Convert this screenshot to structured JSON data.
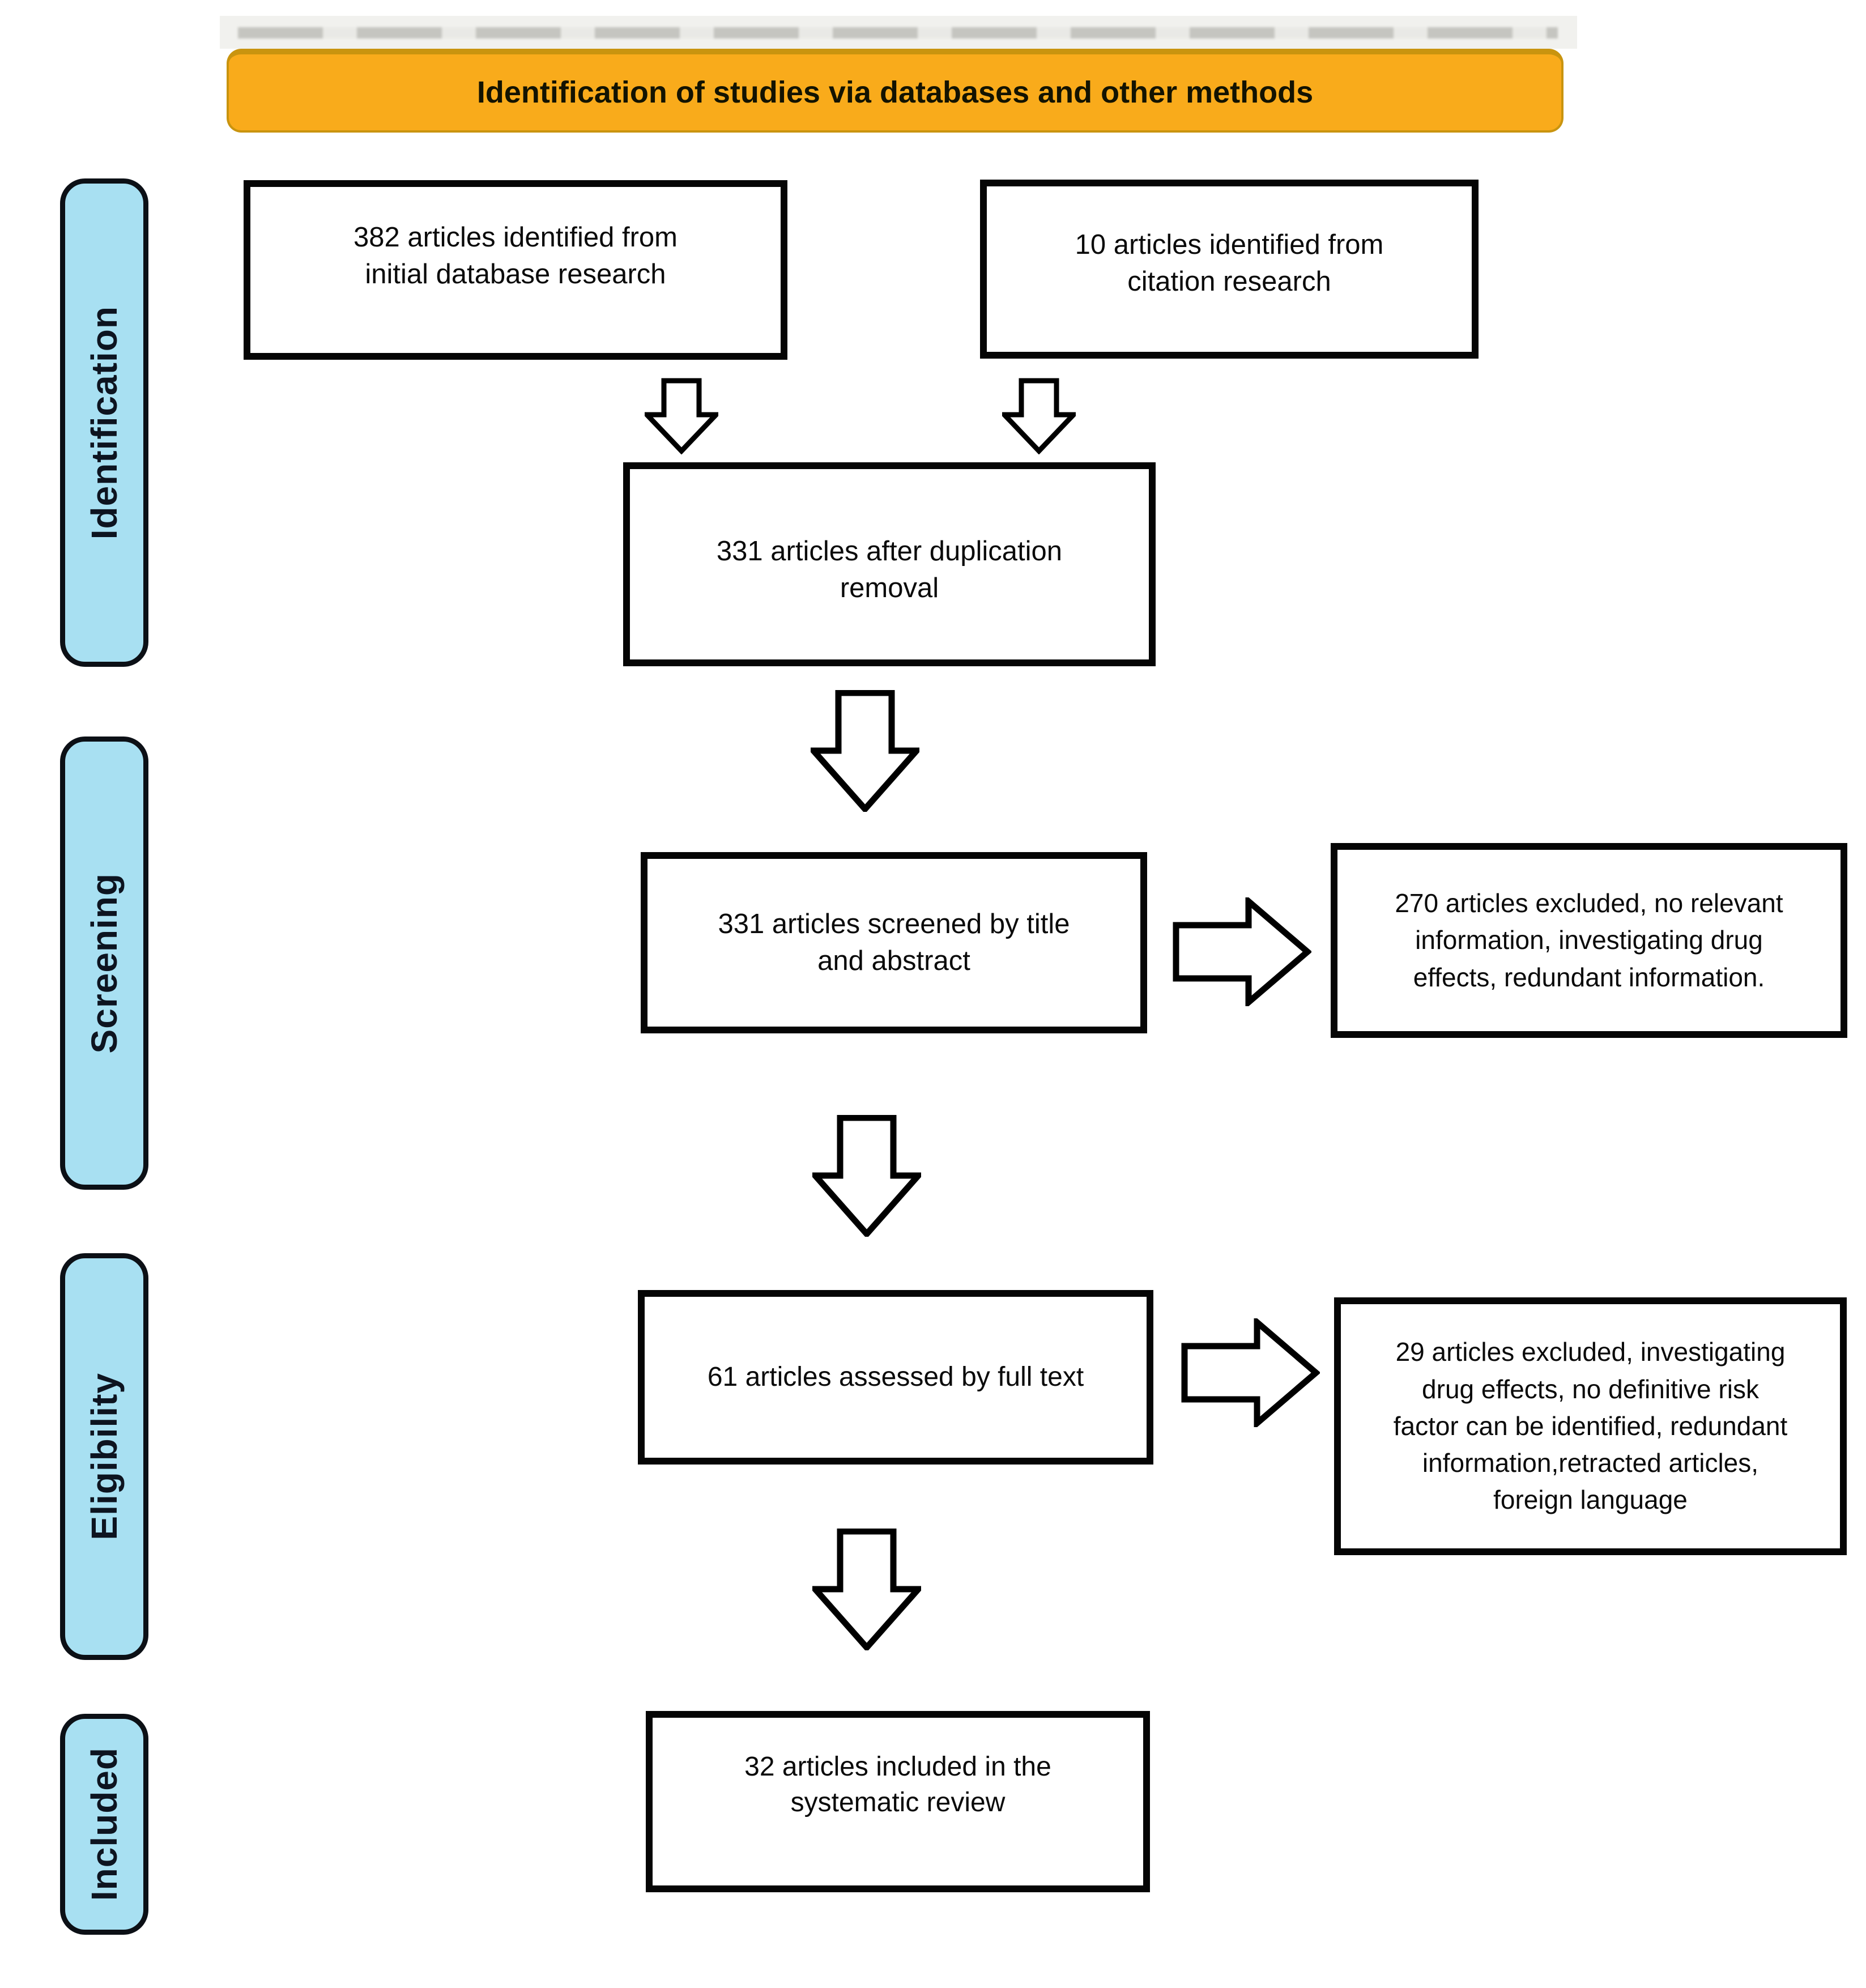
{
  "header": {
    "title": "Identification of studies via databases and other methods"
  },
  "stages": [
    {
      "label": "Identification"
    },
    {
      "label": "Screening"
    },
    {
      "label": "Eligibility"
    },
    {
      "label": "Included"
    }
  ],
  "flow": {
    "box_database": "382 articles identified from\ninitial database research",
    "box_citation": "10 articles identified from\ncitation research",
    "box_dedup": "331 articles after duplication\nremoval",
    "box_screened": "331 articles screened by title\nand abstract",
    "box_fulltext": "61 articles assessed by full text",
    "box_included": "32 articles included in the\nsystematic review",
    "excl_screening": "270 articles excluded, no relevant\ninformation, investigating drug\neffects, redundant information.",
    "excl_eligibility": "29 articles excluded, investigating\ndrug effects, no definitive risk\nfactor can be identified, redundant\ninformation,retracted articles,\nforeign language"
  },
  "colors": {
    "header_bg": "#F9AB1B",
    "header_edge": "#C9940F",
    "stage_bg": "#A8E0F2",
    "stage_edge": "#0c1016",
    "box_border": "#050505"
  }
}
